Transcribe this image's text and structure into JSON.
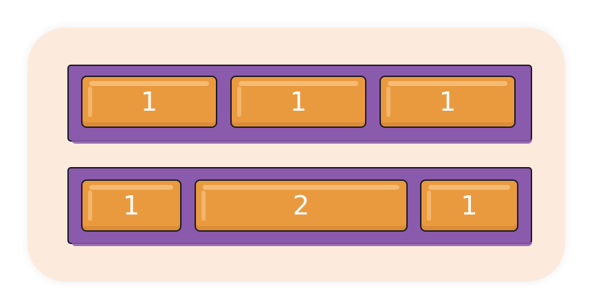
{
  "colors": {
    "background": "#fcebdd",
    "container": "#8a5aac",
    "item": "#e99a3f",
    "outline": "#1f1a24",
    "label": "#ffffff"
  },
  "rows": [
    {
      "items": [
        {
          "label": "1"
        },
        {
          "label": "1"
        },
        {
          "label": "1"
        }
      ]
    },
    {
      "items": [
        {
          "label": "1"
        },
        {
          "label": "2"
        },
        {
          "label": "1"
        }
      ]
    }
  ]
}
